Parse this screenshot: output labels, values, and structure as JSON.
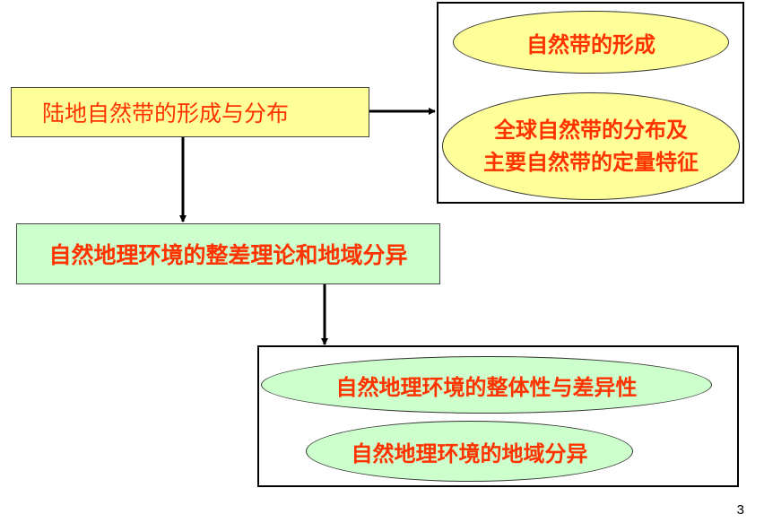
{
  "diagram": {
    "main_topic": "陆地自然带的形成与分布",
    "second_topic": "自然地理环境的整差理论和地域分异",
    "top_group": {
      "items": [
        "自然带的形成",
        "全球自然带的分布及",
        "主要自然带的定量特征"
      ]
    },
    "bottom_group": {
      "items": [
        "自然地理环境的整体性与差异性",
        "自然地理环境的地域分异"
      ]
    }
  },
  "page_number": "3",
  "colors": {
    "text_accent": "#ff3300",
    "yellow_fill": "#ffff99",
    "green_fill": "#ccffcc",
    "line": "#000000"
  }
}
